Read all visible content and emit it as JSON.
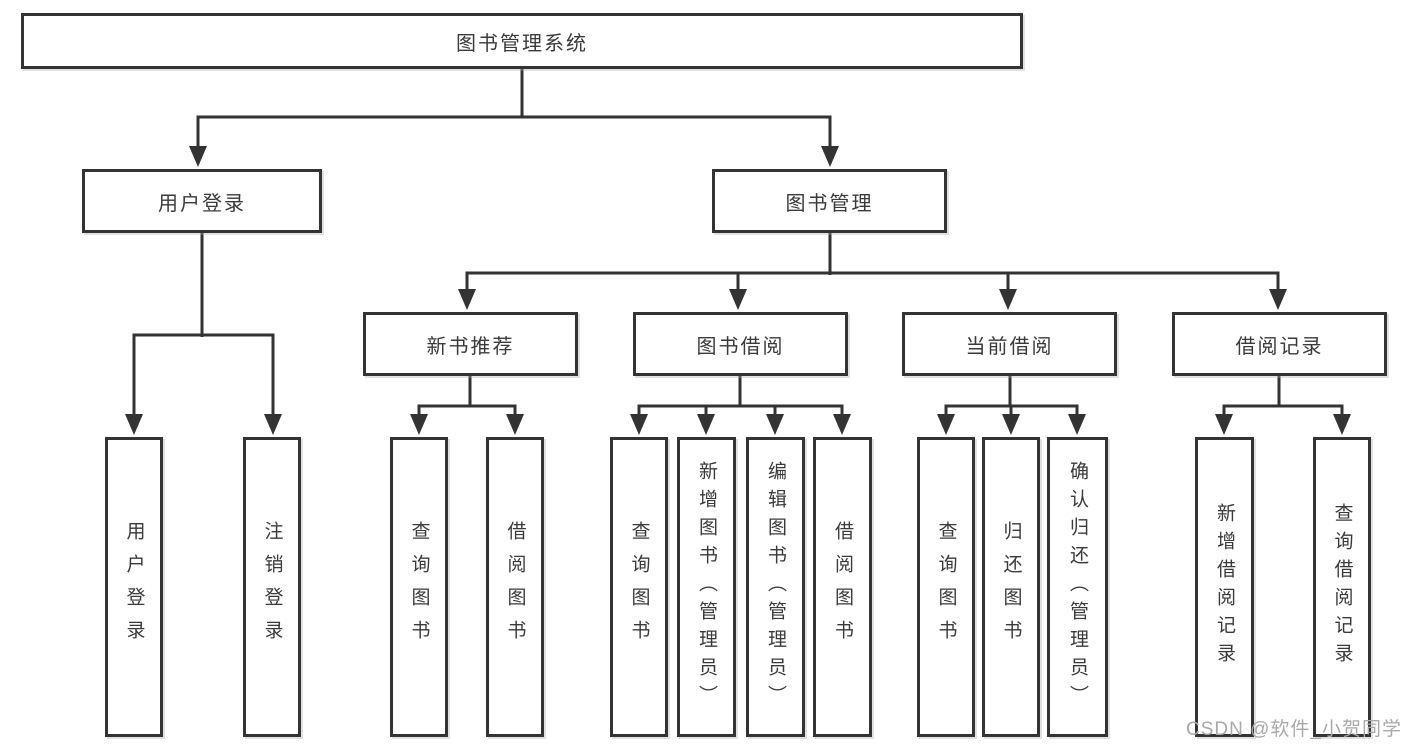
{
  "diagram": {
    "root": {
      "label": "图书管理系统"
    },
    "level2": [
      {
        "id": "user-login",
        "label": "用户登录"
      },
      {
        "id": "book-mgmt",
        "label": "图书管理"
      }
    ],
    "level3": [
      {
        "id": "new-book-rec",
        "label": "新书推荐"
      },
      {
        "id": "book-borrow",
        "label": "图书借阅"
      },
      {
        "id": "current-borrow",
        "label": "当前借阅"
      },
      {
        "id": "borrow-records",
        "label": "借阅记录"
      }
    ],
    "leaves": [
      {
        "id": "leaf-user-login",
        "label": "用户登录"
      },
      {
        "id": "leaf-logout",
        "label": "注销登录"
      },
      {
        "id": "leaf-query-book-1",
        "label": "查询图书"
      },
      {
        "id": "leaf-borrow-book-1",
        "label": "借阅图书"
      },
      {
        "id": "leaf-query-book-2",
        "label": "查询图书"
      },
      {
        "id": "leaf-add-book",
        "label": "新增图书（管理员）"
      },
      {
        "id": "leaf-edit-book",
        "label": "编辑图书（管理员）"
      },
      {
        "id": "leaf-borrow-book-2",
        "label": "借阅图书"
      },
      {
        "id": "leaf-query-book-3",
        "label": "查询图书"
      },
      {
        "id": "leaf-return-book",
        "label": "归还图书"
      },
      {
        "id": "leaf-confirm-return",
        "label": "确认归还（管理员）"
      },
      {
        "id": "leaf-add-record",
        "label": "新增借阅记录"
      },
      {
        "id": "leaf-query-record",
        "label": "查询借阅记录"
      }
    ],
    "watermark": "CSDN @软件_小贺同学"
  },
  "colors": {
    "background": "#ffffff",
    "line": "#333333",
    "text": "#3a3a3a",
    "watermark": "#a9a9a9"
  }
}
